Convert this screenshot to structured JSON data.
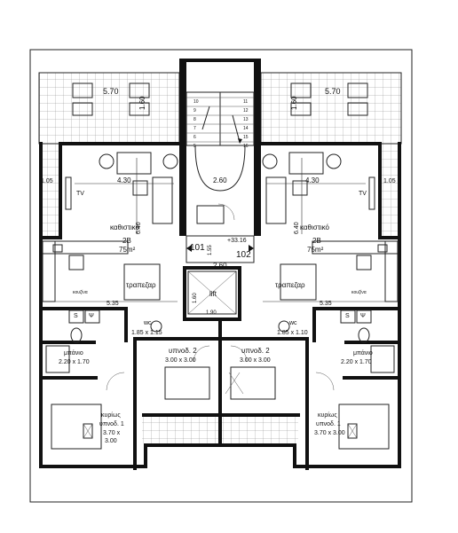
{
  "labels": {
    "balcony_width_left": "5.70",
    "balcony_width_right": "5.70",
    "balcony_depth_left": "1.60",
    "balcony_depth_right": "1.60",
    "living_width_left": "4.30",
    "living_width_right": "4.30",
    "living_depth_left": "6.40",
    "living_depth_right": "6.40",
    "side_left": "1.05",
    "side_right": "1.05",
    "living_name_left": "καθιστικό",
    "living_name_right": "καθιστικό",
    "type_left": "2B",
    "type_right": "2B",
    "area_left": "75m²",
    "area_right": "75m²",
    "stair_width": "2.60",
    "corridor_width": "2.60",
    "corridor_depth": "1.55",
    "elevation": "+33.16",
    "unit_left": "101",
    "unit_right": "102",
    "dining_left": "τραπεζαρ",
    "dining_right": "τραπεζαρ",
    "kitchen_left": "κουζίνα",
    "kitchen_right": "κουζίνα",
    "kitchen_dim_left": "5.35",
    "kitchen_dim_right": "5.35",
    "lift": "lift",
    "lift_dim": "1.90",
    "lift_side": "1.60",
    "wc_left": "wc",
    "wc_right": "wc",
    "wc_dim_left": "1.85 x 1.15",
    "wc_dim_right": "1.85 x 1.10",
    "bath_left": "μπάνιο",
    "bath_right": "μπάνιο",
    "bath_dim_left": "2.20 x 1.70",
    "bath_dim_right": "2.20 x 1.70",
    "bed2_left": "υπνοδ. 2",
    "bed2_right": "υπνοδ. 2",
    "bed2_dim_left": "3.00 x 3.00",
    "bed2_dim_right": "3.00 x 3.00",
    "master_left_1": "κυρίως",
    "master_left_2": "υπνοδ. 1",
    "master_left_3": "3.70 x",
    "master_left_4": "3.00",
    "master_right_1": "κυρίως",
    "master_right_2": "υπνοδ. 1",
    "master_right_3": "3.70 x 3.00",
    "tv": "TV",
    "s_mark": "S",
    "psi_mark": "Ψ",
    "stair_numbers": [
      "10",
      "9",
      "8",
      "7",
      "6",
      "5",
      "11",
      "12",
      "13",
      "14",
      "15",
      "16"
    ]
  },
  "colors": {
    "wall": "#111111",
    "line": "#222222",
    "paper": "#ffffff"
  }
}
